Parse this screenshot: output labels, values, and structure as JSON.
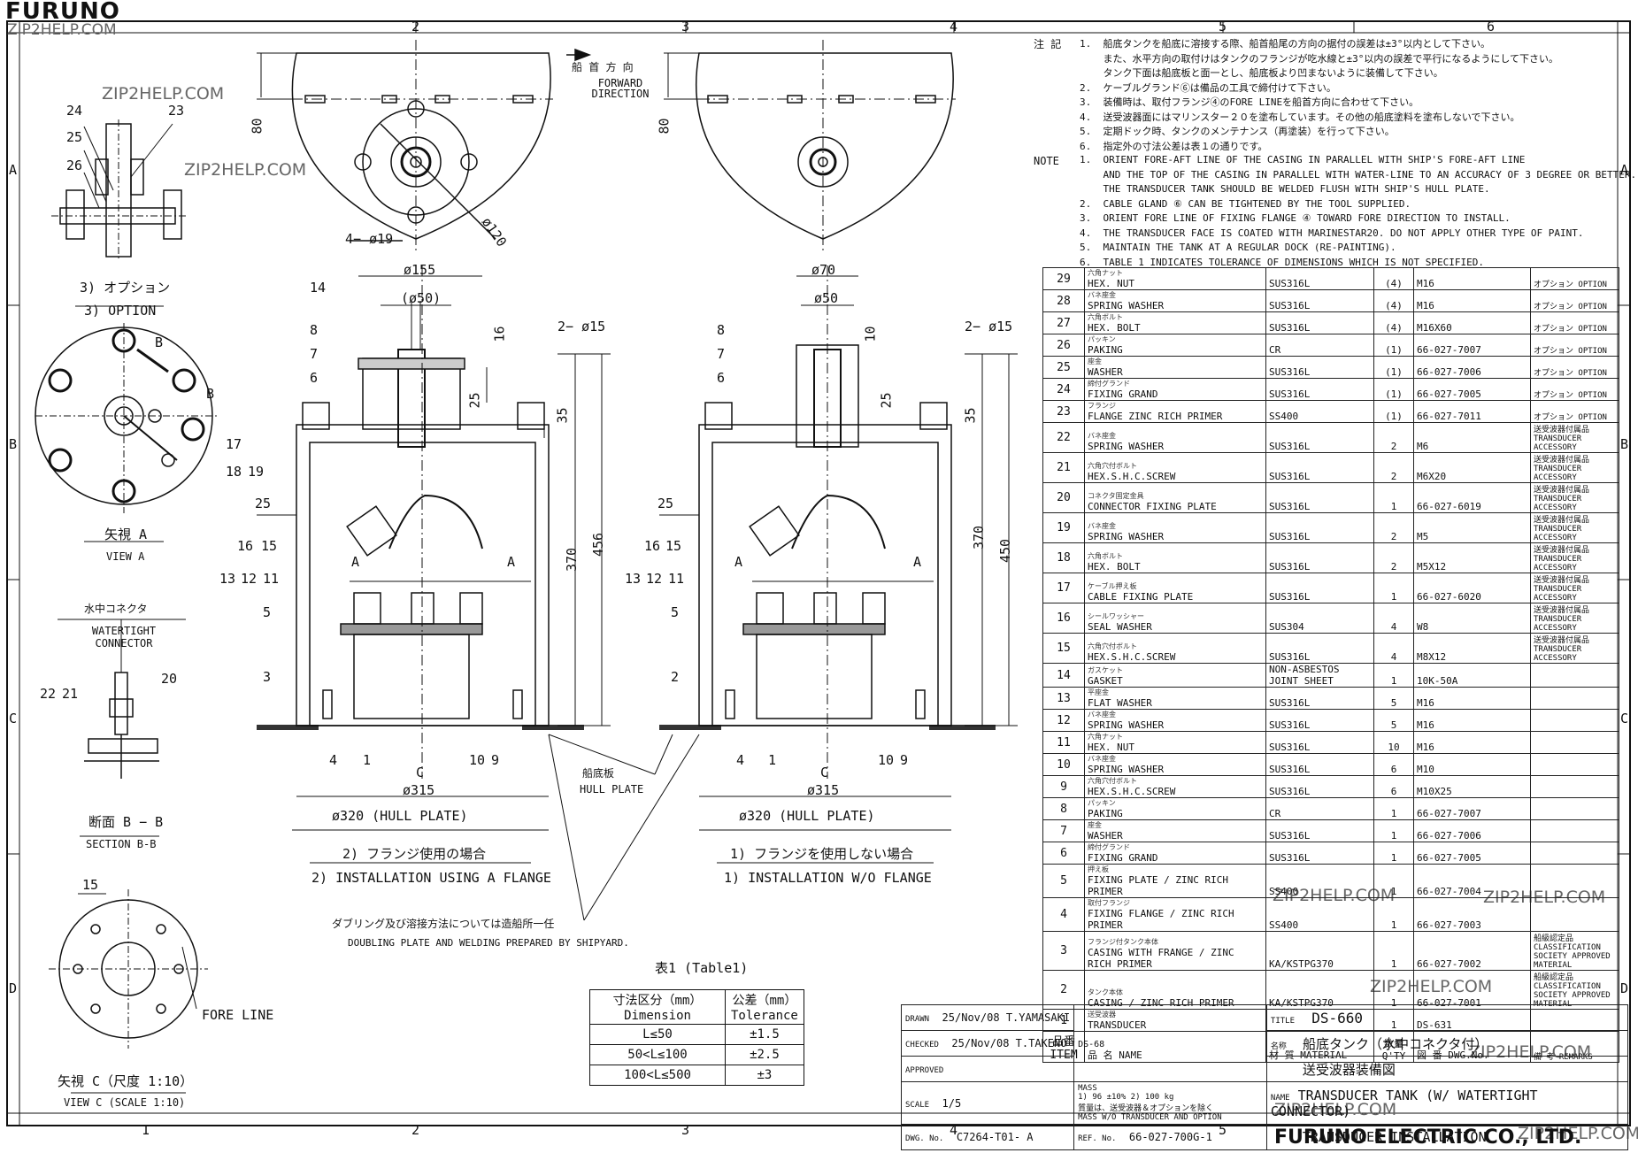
{
  "header": {
    "brand": "FURUNO",
    "watermark": "ZIP2HELP.COM"
  },
  "grid": {
    "cols": [
      "1",
      "2",
      "3",
      "4",
      "5",
      "6"
    ],
    "rows": [
      "A",
      "B",
      "C",
      "D"
    ]
  },
  "top_views": {
    "forward_jp": "船 首 方 向",
    "forward_en": "FORWARD DIRECTION",
    "dim_80": "80",
    "dim_120": "ø120",
    "holes": "4− ø19"
  },
  "option_view": {
    "jp": "3) オプション",
    "en": "3) OPTION",
    "tags": [
      "24",
      "25",
      "26",
      "23"
    ]
  },
  "view_a": {
    "jp": "矢視 A",
    "en": "VIEW A",
    "tags": [
      "B",
      "B",
      "17",
      "18",
      "19"
    ]
  },
  "section_bb": {
    "connector_jp": "水中コネクタ",
    "connector_en": "WATERTIGHT CONNECTOR",
    "jp": "断面 B − B",
    "en": "SECTION B-B",
    "tags": [
      "22",
      "21",
      "20"
    ]
  },
  "view_c": {
    "dim": "15",
    "fore_line": "FORE LINE",
    "jp": "矢視 C（尺度 1:10）",
    "en": "VIEW C (SCALE 1:10)"
  },
  "install_flange": {
    "jp": "2) フランジ使用の場合",
    "en": "2) INSTALLATION USING A FLANGE",
    "d155": "ø155",
    "d50": "(ø50)",
    "d16": "16",
    "d25": "25",
    "d35": "35",
    "d370": "370",
    "d456": "456",
    "d25s": "25",
    "holes": "2− ø15",
    "d315": "ø315",
    "d320": "ø320 (HULL PLATE)",
    "c": "C",
    "a": "A",
    "tags": [
      "14",
      "8",
      "7",
      "6",
      "16",
      "15",
      "13",
      "12",
      "11",
      "5",
      "3",
      "4",
      "1",
      "10",
      "9"
    ]
  },
  "install_noflange": {
    "jp": "1) フランジを使用しない場合",
    "en": "1) INSTALLATION W/O FLANGE",
    "d70": "ø70",
    "d50": "ø50",
    "d10": "10",
    "d25": "25",
    "d35": "35",
    "d370": "370",
    "d450": "450",
    "d25s": "25",
    "holes": "2− ø15",
    "d315": "ø315",
    "d320": "ø320 (HULL PLATE)",
    "c": "C",
    "a": "A",
    "tags": [
      "8",
      "7",
      "6",
      "16",
      "15",
      "13",
      "12",
      "11",
      "5",
      "2",
      "4",
      "1",
      "10",
      "9"
    ]
  },
  "hull_plate": {
    "jp": "船底板",
    "en": "HULL PLATE"
  },
  "doubling": {
    "jp": "ダブリング及び溶接方法については造船所一任",
    "en": "DOUBLING PLATE AND WELDING PREPARED BY SHIPYARD."
  },
  "tolerance_table": {
    "caption": "表1 (Table1)",
    "headers": [
      [
        "寸法区分（mm）",
        "Dimension"
      ],
      [
        "公差（mm）",
        "Tolerance"
      ]
    ],
    "rows": [
      [
        "L≤50",
        "±1.5"
      ],
      [
        "50<L≤100",
        "±2.5"
      ],
      [
        "100<L≤500",
        "±3"
      ]
    ]
  },
  "notes_jp": {
    "label": "注 記",
    "lines": [
      "1.  船底タンクを船底に溶接する際、船首船尾の方向の据付の誤差は±3°以内として下さい。",
      "    また、水平方向の取付けはタンクのフランジが吃水線と±3°以内の誤差で平行になるようにして下さい。",
      "    タンク下面は船底板と面一とし、船底板より凹まないように装備して下さい。",
      "2.  ケーブルグランド⑥は備品の工具で締付けて下さい。",
      "3.  装備時は、取付フランジ④のFORE LINEを船首方向に合わせて下さい。",
      "4.  送受波器面にはマリンスター２０を塗布しています。その他の船底塗料を塗布しないで下さい。",
      "5.  定期ドック時、タンクのメンテナンス（再塗装）を行って下さい。",
      "6.  指定外の寸法公差は表１の通りです。"
    ]
  },
  "notes_en": {
    "label": "NOTE",
    "lines": [
      "1.  ORIENT FORE-AFT LINE OF THE CASING IN PARALLEL WITH SHIP'S FORE-AFT LINE",
      "    AND THE TOP OF THE CASING IN PARALLEL WITH WATER-LINE TO AN ACCURACY OF 3 DEGREE OR BETTER.",
      "    THE TRANSDUCER TANK SHOULD BE WELDED FLUSH WITH SHIP'S HULL PLATE.",
      "2.  CABLE GLAND ⑥ CAN BE TIGHTENED BY THE TOOL SUPPLIED.",
      "3.  ORIENT FORE LINE OF FIXING FLANGE ④ TOWARD FORE DIRECTION TO INSTALL.",
      "4.  THE TRANSDUCER FACE IS COATED WITH MARINESTAR20. DO NOT APPLY OTHER TYPE OF PAINT.",
      "5.  MAINTAIN THE TANK AT A REGULAR DOCK (RE-PAINTING).",
      "6.  TABLE 1 INDICATES TOLERANCE OF DIMENSIONS WHICH IS NOT SPECIFIED."
    ]
  },
  "parts": {
    "rows": [
      {
        "no": "29",
        "jp": "六角ナット",
        "name": "HEX. NUT",
        "mat": "SUS316L",
        "qty": "(4)",
        "dwg": "M16",
        "rem": "オプション OPTION"
      },
      {
        "no": "28",
        "jp": "バネ座金",
        "name": "SPRING WASHER",
        "mat": "SUS316L",
        "qty": "(4)",
        "dwg": "M16",
        "rem": "オプション OPTION"
      },
      {
        "no": "27",
        "jp": "六角ボルト",
        "name": "HEX. BOLT",
        "mat": "SUS316L",
        "qty": "(4)",
        "dwg": "M16X60",
        "rem": "オプション OPTION"
      },
      {
        "no": "26",
        "jp": "パッキン",
        "name": "PAKING",
        "mat": "CR",
        "qty": "(1)",
        "dwg": "66-027-7007",
        "rem": "オプション OPTION"
      },
      {
        "no": "25",
        "jp": "座金",
        "name": "WASHER",
        "mat": "SUS316L",
        "qty": "(1)",
        "dwg": "66-027-7006",
        "rem": "オプション OPTION"
      },
      {
        "no": "24",
        "jp": "締付グランド",
        "name": "FIXING GRAND",
        "mat": "SUS316L",
        "qty": "(1)",
        "dwg": "66-027-7005",
        "rem": "オプション OPTION"
      },
      {
        "no": "23",
        "jp": "フランジ",
        "name": "FLANGE    ZINC RICH PRIMER",
        "mat": "SS400",
        "qty": "(1)",
        "dwg": "66-027-7011",
        "rem": "オプション OPTION"
      },
      {
        "no": "22",
        "jp": "バネ座金",
        "name": "SPRING WASHER",
        "mat": "SUS316L",
        "qty": "2",
        "dwg": "M6",
        "rem": "送受波器付属品 TRANSDUCER ACCESSORY"
      },
      {
        "no": "21",
        "jp": "六角穴付ボルト",
        "name": "HEX.S.H.C.SCREW",
        "mat": "SUS316L",
        "qty": "2",
        "dwg": "M6X20",
        "rem": "送受波器付属品 TRANSDUCER ACCESSORY"
      },
      {
        "no": "20",
        "jp": "コネクタ固定金具",
        "name": "CONNECTOR FIXING PLATE",
        "mat": "SUS316L",
        "qty": "1",
        "dwg": "66-027-6019",
        "rem": "送受波器付属品 TRANSDUCER ACCESSORY"
      },
      {
        "no": "19",
        "jp": "バネ座金",
        "name": "SPRING WASHER",
        "mat": "SUS316L",
        "qty": "2",
        "dwg": "M5",
        "rem": "送受波器付属品 TRANSDUCER ACCESSORY"
      },
      {
        "no": "18",
        "jp": "六角ボルト",
        "name": "HEX. BOLT",
        "mat": "SUS316L",
        "qty": "2",
        "dwg": "M5X12",
        "rem": "送受波器付属品 TRANSDUCER ACCESSORY"
      },
      {
        "no": "17",
        "jp": "ケーブル押え板",
        "name": "CABLE FIXING PLATE",
        "mat": "SUS316L",
        "qty": "1",
        "dwg": "66-027-6020",
        "rem": "送受波器付属品 TRANSDUCER ACCESSORY"
      },
      {
        "no": "16",
        "jp": "シールワッシャー",
        "name": "SEAL WASHER",
        "mat": "SUS304",
        "qty": "4",
        "dwg": "W8",
        "rem": "送受波器付属品 TRANSDUCER ACCESSORY"
      },
      {
        "no": "15",
        "jp": "六角穴付ボルト",
        "name": "HEX.S.H.C.SCREW",
        "mat": "SUS316L",
        "qty": "4",
        "dwg": "M8X12",
        "rem": "送受波器付属品 TRANSDUCER ACCESSORY"
      },
      {
        "no": "14",
        "jp": "ガスケット",
        "name": "GASKET",
        "mat": "NON-ASBESTOS JOINT SHEET",
        "qty": "1",
        "dwg": "10K-50A",
        "rem": ""
      },
      {
        "no": "13",
        "jp": "平座金",
        "name": "FLAT WASHER",
        "mat": "SUS316L",
        "qty": "5",
        "dwg": "M16",
        "rem": ""
      },
      {
        "no": "12",
        "jp": "バネ座金",
        "name": "SPRING WASHER",
        "mat": "SUS316L",
        "qty": "5",
        "dwg": "M16",
        "rem": ""
      },
      {
        "no": "11",
        "jp": "六角ナット",
        "name": "HEX. NUT",
        "mat": "SUS316L",
        "qty": "10",
        "dwg": "M16",
        "rem": ""
      },
      {
        "no": "10",
        "jp": "バネ座金",
        "name": "SPRING WASHER",
        "mat": "SUS316L",
        "qty": "6",
        "dwg": "M10",
        "rem": ""
      },
      {
        "no": "9",
        "jp": "六角穴付ボルト",
        "name": "HEX.S.H.C.SCREW",
        "mat": "SUS316L",
        "qty": "6",
        "dwg": "M10X25",
        "rem": ""
      },
      {
        "no": "8",
        "jp": "パッキン",
        "name": "PAKING",
        "mat": "CR",
        "qty": "1",
        "dwg": "66-027-7007",
        "rem": ""
      },
      {
        "no": "7",
        "jp": "座金",
        "name": "WASHER",
        "mat": "SUS316L",
        "qty": "1",
        "dwg": "66-027-7006",
        "rem": ""
      },
      {
        "no": "6",
        "jp": "締付グランド",
        "name": "FIXING GRAND",
        "mat": "SUS316L",
        "qty": "1",
        "dwg": "66-027-7005",
        "rem": ""
      },
      {
        "no": "5",
        "jp": "押え板",
        "name": "FIXING PLATE / ZINC RICH PRIMER",
        "mat": "SS400",
        "qty": "1",
        "dwg": "66-027-7004",
        "rem": ""
      },
      {
        "no": "4",
        "jp": "取付フランジ",
        "name": "FIXING FLANGE / ZINC RICH PRIMER",
        "mat": "SS400",
        "qty": "1",
        "dwg": "66-027-7003",
        "rem": ""
      },
      {
        "no": "3",
        "jp": "フランジ付タンク本体",
        "name": "CASING WITH FRANGE / ZINC RICH PRIMER",
        "mat": "KA/KSTPG370",
        "qty": "1",
        "dwg": "66-027-7002",
        "rem": "船級認定品 CLASSIFICATION SOCIETY APPROVED MATERIAL"
      },
      {
        "no": "2",
        "jp": "タンク本体",
        "name": "CASING / ZINC RICH PRIMER",
        "mat": "KA/KSTPG370",
        "qty": "1",
        "dwg": "66-027-7001",
        "rem": "船級認定品 CLASSIFICATION SOCIETY APPROVED MATERIAL"
      },
      {
        "no": "1",
        "jp": "送受波器",
        "name": "TRANSDUCER",
        "mat": "",
        "qty": "1",
        "dwg": "DS-631",
        "rem": ""
      }
    ],
    "header": {
      "item": "品番 ITEM",
      "name": "品 名 NAME",
      "mat": "材 質 MATERIAL",
      "qty": "数量 Q'TY",
      "dwg": "図 番 DWG.No.",
      "rem": "備 考 REMARKS"
    }
  },
  "title_block": {
    "drawn_label": "DRAWN",
    "drawn_date": "25/Nov/08",
    "drawn_by": "T.YAMASAKI",
    "checked_label": "CHECKED",
    "checked_date": "25/Nov/08",
    "checked_by": "T.TAKENO",
    "approved_label": "APPROVED",
    "scale_label": "SCALE",
    "scale": "1/5",
    "mass_label": "MASS",
    "mass": "1) 96 ±10%  2) 100 kg",
    "dwg_label": "DWG. No.",
    "dwg": "C7264-T01- A",
    "model_note": "DS-68",
    "mass_note_jp": "質量は、送受波器＆オプションを除く",
    "mass_note_en": "MASS W/O TRANSDUCER AND OPTION",
    "ref_label": "REF. No.",
    "ref": "66-027-700G-1",
    "title_label": "TITLE",
    "title": "DS-660",
    "name_label": "名称",
    "name_jp": "船底タンク（水中コネクタ付）",
    "name_jp2": "送受波器装備図",
    "name_en_label": "NAME",
    "name_en": "TRANSDUCER TANK (W/ WATERTIGHT CONNECTOR)",
    "name_en2": "TRANSDUCER INSTALLATION",
    "company": "FURUNO ELECTRIC CO., LTD."
  }
}
